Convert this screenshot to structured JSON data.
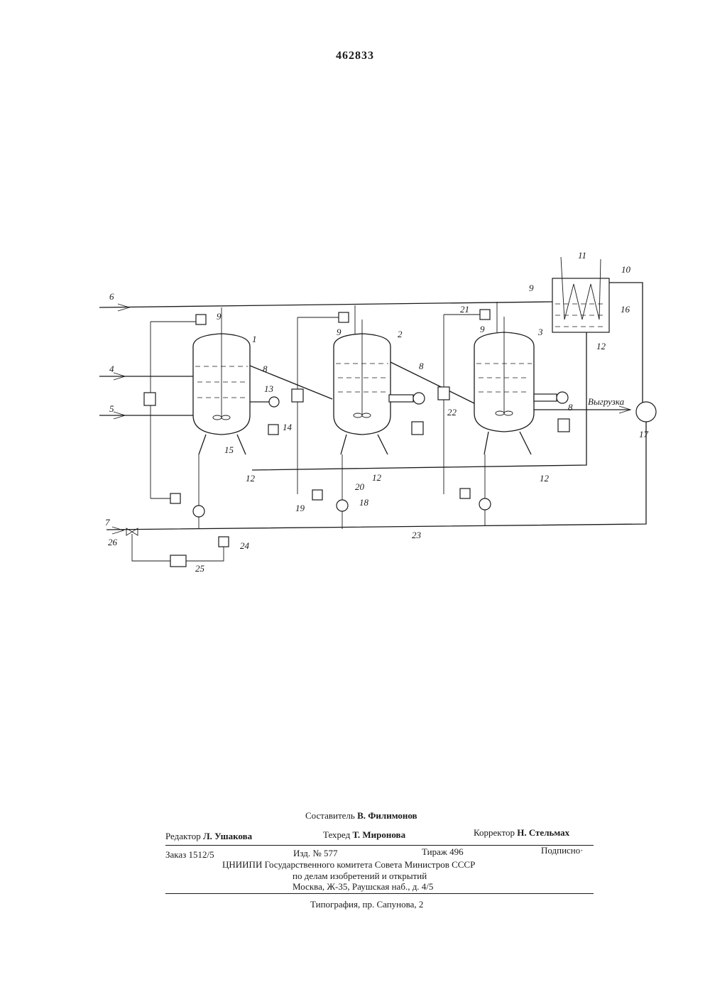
{
  "patent_number": "462833",
  "diagram": {
    "labels": {
      "n1": "1",
      "n2": "2",
      "n3": "3",
      "n4": "4",
      "n5": "5",
      "n6": "6",
      "n7": "7",
      "n8a": "8",
      "n8b": "8",
      "n8c": "8",
      "n9a": "9",
      "n9b": "9",
      "n9c": "9",
      "n9d": "9",
      "n10": "10",
      "n11": "11",
      "n12a": "12",
      "n12b": "12",
      "n12c": "12",
      "n12d": "12",
      "n13": "13",
      "n14": "14",
      "n15": "15",
      "n16": "16",
      "n17": "17",
      "n18": "18",
      "n19": "19",
      "n20": "20",
      "n21": "21",
      "n22": "22",
      "n23": "23",
      "n24": "24",
      "n25": "25",
      "n26": "26",
      "unload": "Выгрузка"
    }
  },
  "imprint": {
    "compiler_label": "Составитель",
    "compiler_name": "В. Филимонов",
    "editor_label": "Редактор",
    "editor_name": "Л. Ушакова",
    "techred_label": "Техред",
    "techred_name": "Т. Миронова",
    "corrector_label": "Корректор",
    "corrector_name": "Н. Стельмах",
    "order": "Заказ 1512/5",
    "edition": "Изд. № 577",
    "circulation": "Тираж 496",
    "subscription": "Подписно·",
    "org_line1": "ЦНИИПИ Государственного комитета Совета Министров СССР",
    "org_line2": "по делам изобретений и открытий",
    "address": "Москва, Ж-35, Раушская наб., д. 4/5",
    "printing": "Типография, пр. Сапунова, 2"
  }
}
